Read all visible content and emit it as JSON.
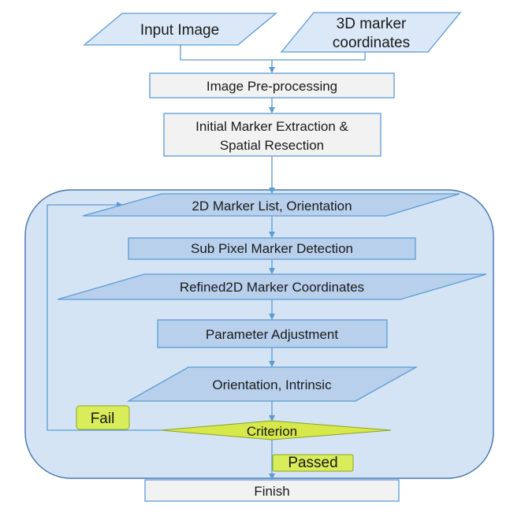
{
  "diagram": {
    "inputs": {
      "input_image": "Input Image",
      "marker_coordinates_line1": "3D marker",
      "marker_coordinates_line2": "coordinates"
    },
    "steps": {
      "preprocessing": "Image Pre-processing",
      "initial_extraction_line1": "Initial Marker Extraction &",
      "initial_extraction_line2": "Spatial Resection",
      "marker_list": "2D Marker List, Orientation",
      "subpixel_detection": "Sub Pixel Marker Detection",
      "refined_coordinates": "Refined2D Marker Coordinates",
      "parameter_adjustment": "Parameter Adjustment",
      "orientation_intrinsic": "Orientation, Intrinsic",
      "criterion": "Criterion",
      "finish": "Finish"
    },
    "outcomes": {
      "fail": "Fail",
      "passed": "Passed"
    },
    "colors": {
      "loop_region_fill": "#d5e4f5",
      "loop_region_stroke": "#4a79b3",
      "light_box_fill": "#f2f2f2",
      "loop_shape_fill": "#b8d0ec",
      "input_shape_fill": "#dbe8f7",
      "criterion_fill": "#d6e84a",
      "badge_fill": "#d9ec5a",
      "connector": "#5b9bd5"
    }
  }
}
